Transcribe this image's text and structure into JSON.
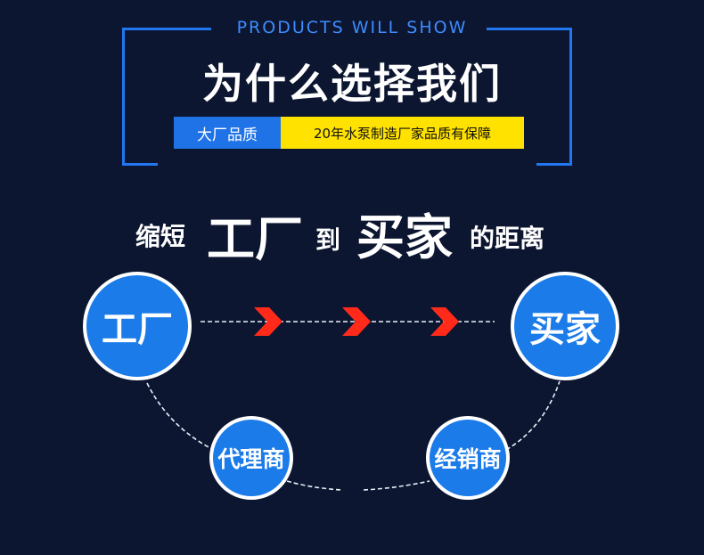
{
  "header": {
    "eyebrow": "PRODUCTS WILL SHOW",
    "title": "为什么选择我们",
    "tag_label": "大厂品质",
    "tag_text": "20年水泵制造厂家品质有保障"
  },
  "headline": {
    "part1": "缩短",
    "part2": "工厂",
    "part3": "到",
    "part4": "买家",
    "part5": "的距离"
  },
  "diagram": {
    "factory": "工厂",
    "buyer": "买家",
    "agent": "代理商",
    "distributor": "经销商"
  },
  "colors": {
    "background": "#0c1630",
    "accent_blue": "#1f73e6",
    "frame_blue": "#2276f0",
    "tag_yellow": "#ffe200",
    "arrow_red": "#ff2a1a"
  }
}
